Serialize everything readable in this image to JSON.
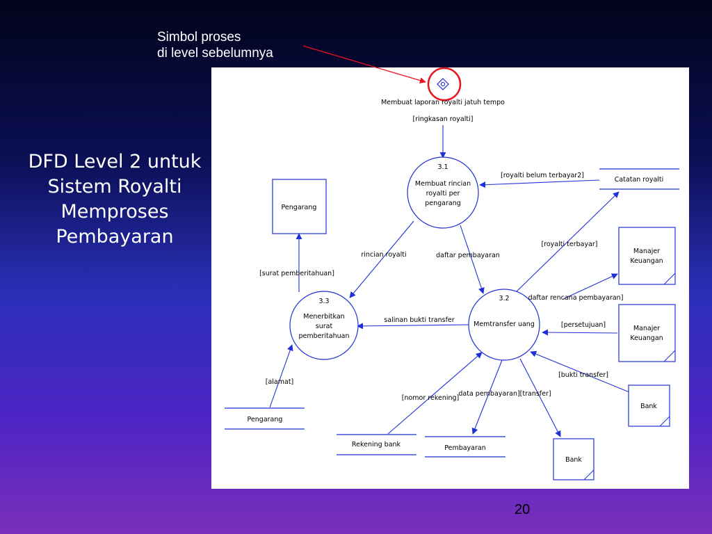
{
  "slide": {
    "title": "DFD Level 2 untuk\nSistem Royalti\nMemproses\nPembayaran",
    "callout": "Simbol proses\ndi level sebelumnya",
    "page_number": "20"
  },
  "diagram": {
    "top_label": "Membuat laporan royalti jatuh tempo",
    "processes": {
      "p31": {
        "id": "3.1",
        "lines": [
          "Membuat rincian",
          "royalti per",
          "pengarang"
        ]
      },
      "p32": {
        "id": "3.2",
        "lines": [
          "Memtransfer uang"
        ]
      },
      "p33": {
        "id": "3.3",
        "lines": [
          "Menerbitkan",
          "surat",
          "pemberitahuan"
        ]
      }
    },
    "entities": {
      "pengarang": "Pengarang",
      "manajer1": [
        "Manajer",
        "Keuangan"
      ],
      "manajer2": [
        "Manajer",
        "Keuangan"
      ],
      "bank1": "Bank",
      "bank2": "Bank"
    },
    "stores": {
      "catatan": "Catatan royalti",
      "pengarang": "Pengarang",
      "rekening": "Rekening bank",
      "pembayaran": "Pembayaran"
    },
    "flows": {
      "ringkasan": "[ringkasan royalti]",
      "belum_terbayar": "[royalti belum terbayar2]",
      "rincian": "rincian royalti",
      "daftar_pembayaran": "daftar pembayaran",
      "royalti_terbayar": "[royalti terbayar]",
      "daftar_rencana": "daftar rencana pembayaran]",
      "persetujuan": "[persetujuan]",
      "salinan": "salinan bukti transfer",
      "surat": "[surat pemberitahuan]",
      "alamat": "[alamat]",
      "bukti": "[bukti transfer]",
      "nomor": "[nomor rekening]",
      "data_pembayaran": "data pembayaran][transfer]"
    }
  }
}
